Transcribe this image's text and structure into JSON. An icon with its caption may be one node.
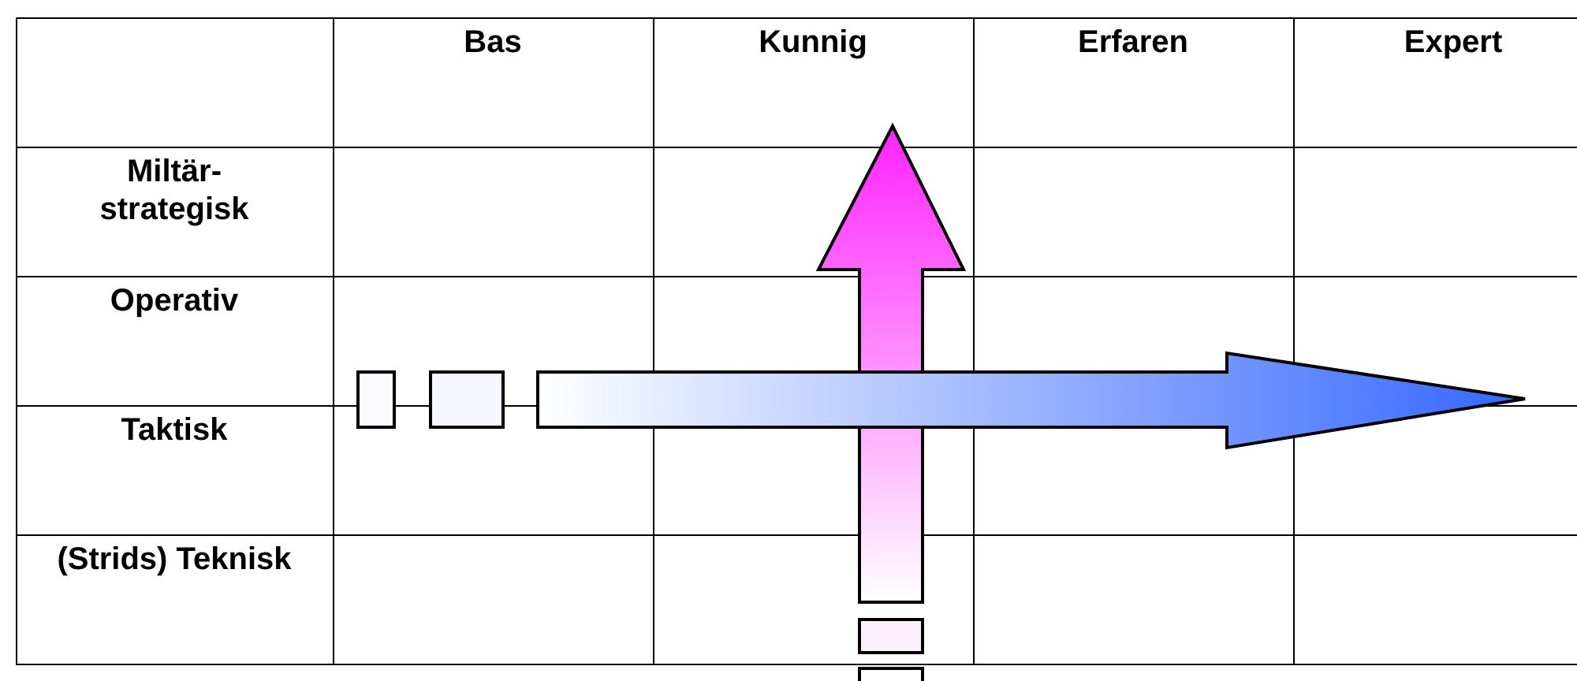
{
  "diagram": {
    "labels": [
      "Bas",
      "Kunnig",
      "Erfaren",
      "Expert",
      "Miltär- strategisk",
      "Operativ",
      "Taktisk",
      "(Strids) Teknisk"
    ]
  }
}
